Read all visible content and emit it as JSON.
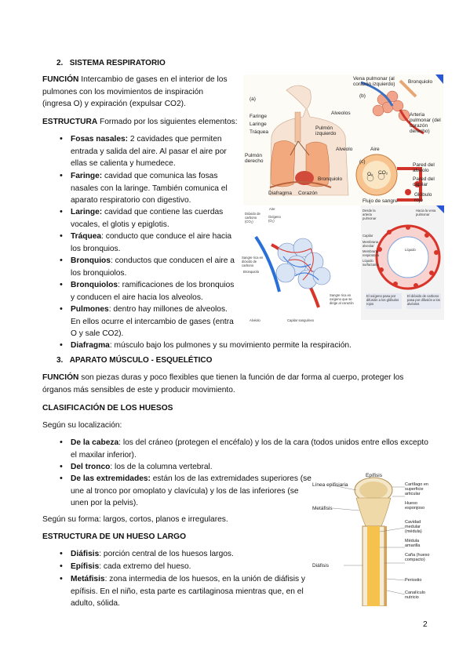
{
  "section2": {
    "number": "2.",
    "title": "SISTEMA RESPIRATORIO",
    "funcion_label": "FUNCIÓN",
    "funcion_lines": [
      " Intercambio de gases en el interior de los",
      "pulmones con los movimientos de inspiración",
      "(ingresa O) y expiración (expulsar CO2)."
    ],
    "estructura_label": "ESTRUCTURA",
    "estructura_text": " Formado por los siguientes elementos:",
    "items": [
      {
        "term": "Fosas nasales:",
        "lines": [
          " 2 cavidades que permiten",
          "entrada y salida del aire. Al pasar el aire por",
          "ellas se calienta y humedece."
        ]
      },
      {
        "term": "Faringe:",
        "lines": [
          " cavidad que comunica las fosas",
          "nasales con la laringe. También comunica el",
          "aparato respiratorio con digestivo."
        ]
      },
      {
        "term": "Laringe:",
        "lines": [
          " cavidad que contiene las cuerdas",
          "vocales, el glotis y epiglotis."
        ]
      },
      {
        "term": "Tráquea",
        "lines": [
          ": conducto que conduce el aire hacia",
          "los bronquios."
        ]
      },
      {
        "term": "Bronquios",
        "lines": [
          ": conductos que conducen el aire a",
          "los bronquiolos."
        ]
      },
      {
        "term": "Bronquiolos",
        "lines": [
          ": ramificaciones de los bronquios",
          "y conducen el aire hacia los alveolos."
        ]
      },
      {
        "term": "Pulmones",
        "lines": [
          ": dentro hay millones de alveolos.",
          "En ellos ocurre el intercambio de gases (entra",
          "O y sale CO2)."
        ]
      },
      {
        "term": "Diafragma",
        "lines": [
          ": músculo bajo los pulmones y su movimiento permite la respiración."
        ]
      }
    ],
    "figure_labels": {
      "a": "(a)",
      "b": "(b)",
      "c": "(c)",
      "faringe": "Faringe",
      "laringe": "Laringe",
      "traquea": "Tráquea",
      "pulmon_izq": "Pulmón izquierdo",
      "pulmon_der": "Pulmón derecho",
      "diafragma": "Diafragma",
      "corazon": "Corazón",
      "bronquiolo": "Bronquiolo",
      "vena_pulmonar": "Vena pulmonar (al corazón izquierdo)",
      "alveolos": "Alveolos",
      "arteria": "Arteria pulmonar (del corazón derecho)",
      "alveolo": "Alveolo",
      "aire": "Aire",
      "pared_alveolo": "Pared del alvéolo",
      "pared_capilar": "Pared del capilar",
      "globulo": "Glóbulo rojo",
      "flujo": "Flujo de sangre",
      "o2": "O₂",
      "co2": "CO₂",
      "aire2": "Aire",
      "dioxido": "Dióxido de carbono (CO₂)",
      "oxigeno": "Oxígeno (O₂)",
      "bronquiolo2": "Bronquiolo",
      "sangre_rica_co2": "Sangre rica en dióxido de carbono",
      "sangre_rica_o2": "Sangre rica en oxígeno que se dirige al corazón",
      "alveolo2": "Alvéolo",
      "capilar": "Capilar sanguíneo",
      "desde_arteria": "Desde la arteria pulmonar",
      "hacia_vena": "Hacia la vena pulmonar",
      "capilar2": "Capilar",
      "membrana_alveolar": "Membrana alveolar",
      "membrana_respiratoria": "Membrana respiratoria",
      "liquido": "Líquido surfactante",
      "liquido2": "Líquido",
      "oxigeno_difusion": "El oxígeno pasa por difusión a los glóbulos rojos",
      "dioxido_difusion": "El dióxido de carbono pasa por difusión a los alvéolos"
    }
  },
  "section3": {
    "number": "3.",
    "title": "APARATO MÚSCULO - ESQUELÉTICO",
    "funcion_label": "FUNCIÓN",
    "funcion_lines": [
      " son piezas duras y poco flexibles que tienen la función de dar forma al cuerpo, proteger los",
      "órganos más sensibles de este y producir movimiento."
    ],
    "clasificacion_title": "CLASIFICACIÓN DE LOS HUESOS",
    "segun_localizacion": "Según su localización:",
    "loc_items": [
      {
        "term": "De la cabeza",
        "lines": [
          ": los del cráneo (protegen el encéfalo) y los de la cara (todos unidos entre ellos excepto",
          "el maxilar inferior)."
        ]
      },
      {
        "term": "Del tronco",
        "lines": [
          ": los de la columna vertebral."
        ]
      },
      {
        "term": "De las extremidades:",
        "lines": [
          " están los de las extremidades superiores (se",
          "une al tronco por omoplato y clavícula) y los de las inferiores (se",
          "unen por la pelvis)."
        ]
      }
    ],
    "segun_forma": "Según su forma: largos, cortos, planos e irregulares.",
    "estructura_title": "ESTRUCTURA DE UN HUESO LARGO",
    "hueso_items": [
      {
        "term": "Diáfisis",
        "lines": [
          ": porción central de los huesos largos."
        ]
      },
      {
        "term": "Epífisis",
        "lines": [
          ": cada extremo del hueso."
        ]
      },
      {
        "term": "Metáfisis",
        "lines": [
          ": zona intermedia de los huesos, en la unión de diáfisis y",
          "epífisis. En el niño, esta parte es cartilaginosa mientras que, en el",
          "adulto, sólida."
        ]
      }
    ],
    "bone_labels": {
      "epifisis": "Epífisis",
      "linea": "Línea epifisiaria",
      "cartilago": "Cartílago en superficie articular",
      "hueso_esponjoso": "Hueso esponjoso",
      "metafisis": "Metáfisis",
      "cavidad": "Cavidad medular (médula)",
      "medula": "Médula amarilla",
      "cana": "Caña (hueso compacto)",
      "diafisis": "Diáfisis",
      "periostio": "Periostio",
      "canaliculo": "Canalículo nutricio"
    }
  },
  "page_number": "2"
}
